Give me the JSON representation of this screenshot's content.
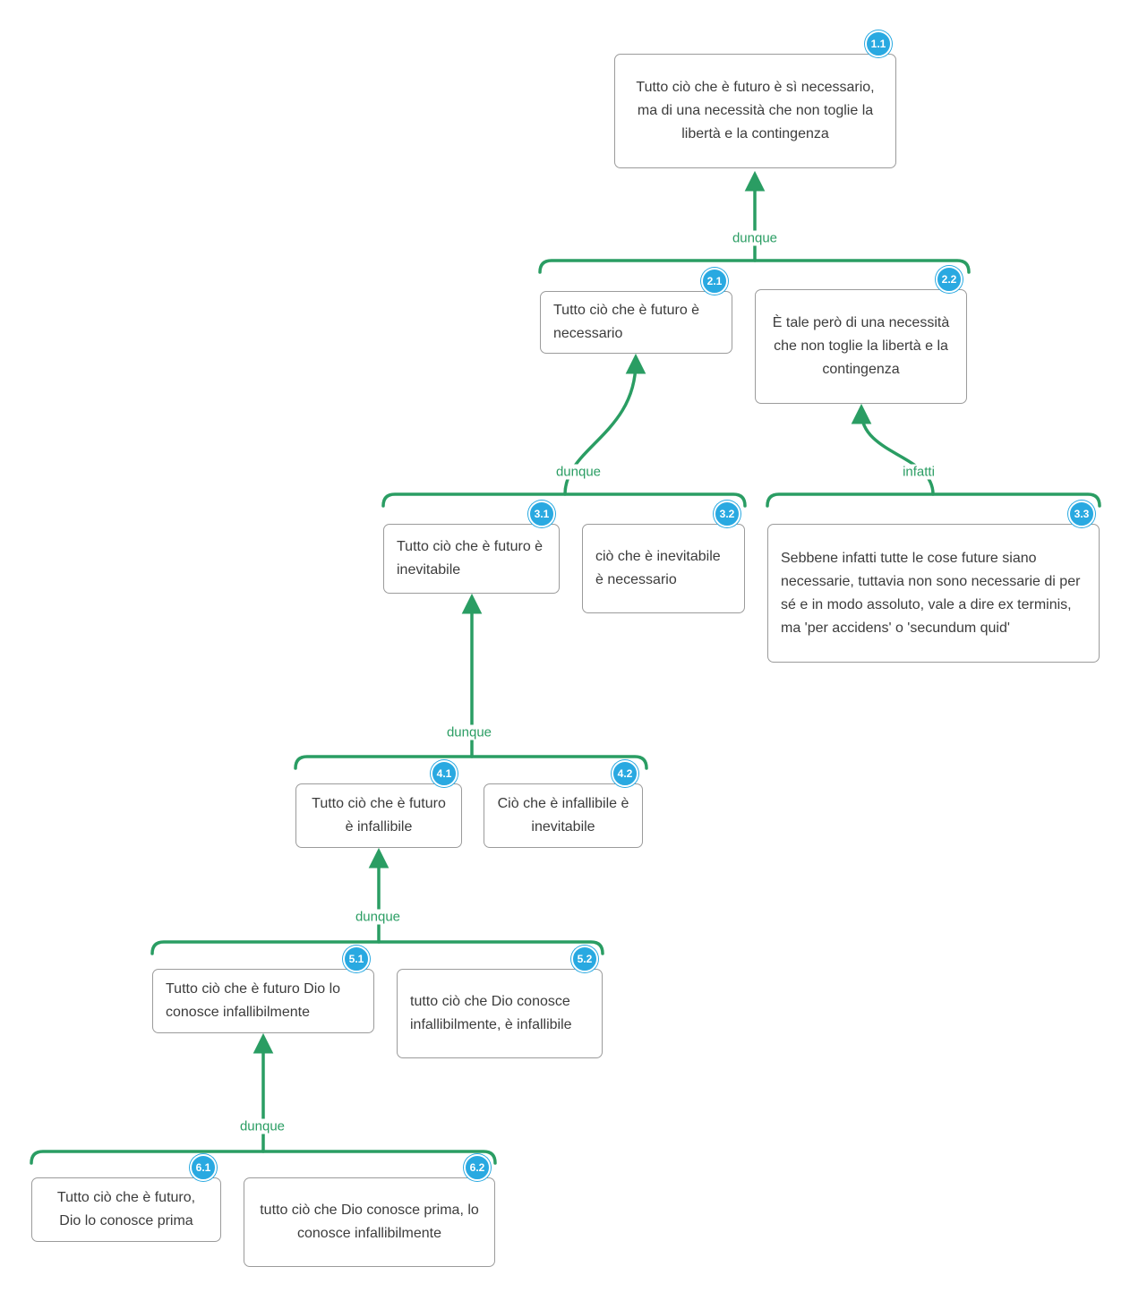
{
  "diagram": {
    "colors": {
      "edge": "#2a9d63",
      "badge": "#29a9e1",
      "border": "#9b9b9b",
      "text": "#3c3c3c"
    },
    "nodes": [
      {
        "id": "1.1",
        "text": "Tutto ciò che è futuro è sì necessario, ma di una necessità che non toglie la libertà e la contingenza"
      },
      {
        "id": "2.1",
        "text": "Tutto ciò che è futuro è necessario"
      },
      {
        "id": "2.2",
        "text": "È tale però di una necessità che non toglie la libertà e la contingenza"
      },
      {
        "id": "3.1",
        "text": "Tutto ciò che è futuro è inevitabile"
      },
      {
        "id": "3.2",
        "text": "ciò che è inevitabile è necessario"
      },
      {
        "id": "3.3",
        "text": "Sebbene infatti tutte le cose future siano necessarie, tuttavia non sono necessarie di per sé e in modo assoluto, vale a dire ex terminis, ma 'per accidens' o 'secundum quid'"
      },
      {
        "id": "4.1",
        "text": "Tutto ciò che è futuro è infallibile"
      },
      {
        "id": "4.2",
        "text": "Ciò che è infallibile è inevitabile"
      },
      {
        "id": "5.1",
        "text": "Tutto ciò che è futuro Dio lo conosce infallibilmente"
      },
      {
        "id": "5.2",
        "text": "tutto ciò che Dio conosce infallibilmente, è infallibile"
      },
      {
        "id": "6.1",
        "text": "Tutto ciò che è futuro, Dio lo conosce prima"
      },
      {
        "id": "6.2",
        "text": "tutto ciò che Dio conosce prima, lo conosce infallibilmente"
      }
    ],
    "edges": [
      {
        "label": "dunque",
        "from": [
          "2.1",
          "2.2"
        ],
        "to": "1.1"
      },
      {
        "label": "dunque",
        "from": [
          "3.1",
          "3.2"
        ],
        "to": "2.1"
      },
      {
        "label": "infatti",
        "from": [
          "3.3"
        ],
        "to": "2.2"
      },
      {
        "label": "dunque",
        "from": [
          "4.1",
          "4.2"
        ],
        "to": "3.1"
      },
      {
        "label": "dunque",
        "from": [
          "5.1",
          "5.2"
        ],
        "to": "4.1"
      },
      {
        "label": "dunque",
        "from": [
          "6.1",
          "6.2"
        ],
        "to": "5.1"
      }
    ]
  }
}
